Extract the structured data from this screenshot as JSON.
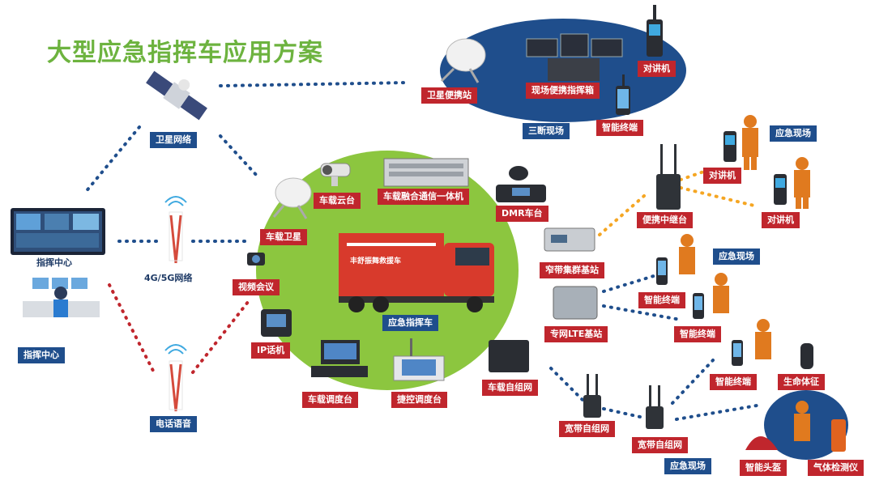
{
  "title": "大型应急指挥车应用方案",
  "colors": {
    "green": "#8cc63f",
    "navy": "#1f4e8c",
    "red": "#c0262d",
    "orange": "#f5a623"
  },
  "labels": {
    "satellite_net": "卫星网络",
    "cmd_center_top": "指挥中心",
    "cmd_center_bottom": "指挥中心",
    "net_4g5g": "4G/5G网络",
    "phone_voice": "电话语音",
    "sat_portable": "卫星便携站",
    "field_box": "现场便携指挥箱",
    "talkie_top": "对讲机",
    "three_cut": "三断现场",
    "smart_term_top": "智能终端",
    "emerg_site_1": "应急现场",
    "talkie_2": "对讲机",
    "talkie_3": "对讲机",
    "portable_relay": "便携中继台",
    "car_ptz": "车载云台",
    "car_fusion": "车载融合通信一体机",
    "dmr": "DMR车台",
    "car_sat": "车载卫星",
    "video_conf": "视频会议",
    "ip_phone": "IP话机",
    "vehicle": "应急指挥车",
    "car_console": "车载调度台",
    "touch_console": "捷控调度台",
    "car_mesh": "车载自组网",
    "narrowband": "窄带集群基站",
    "lte": "专网LTE基站",
    "emerg_site_2": "应急现场",
    "smart_term_1": "智能终端",
    "smart_term_2": "智能终端",
    "smart_term_3": "智能终端",
    "vital_signs": "生命体征",
    "broadband_1": "宽带自组网",
    "broadband_2": "宽带自组网",
    "emerg_site_3": "应急现场",
    "smart_helmet": "智能头盔",
    "gas_detector": "气体检测仪"
  },
  "truck_text": "丰舒振舞救援车"
}
